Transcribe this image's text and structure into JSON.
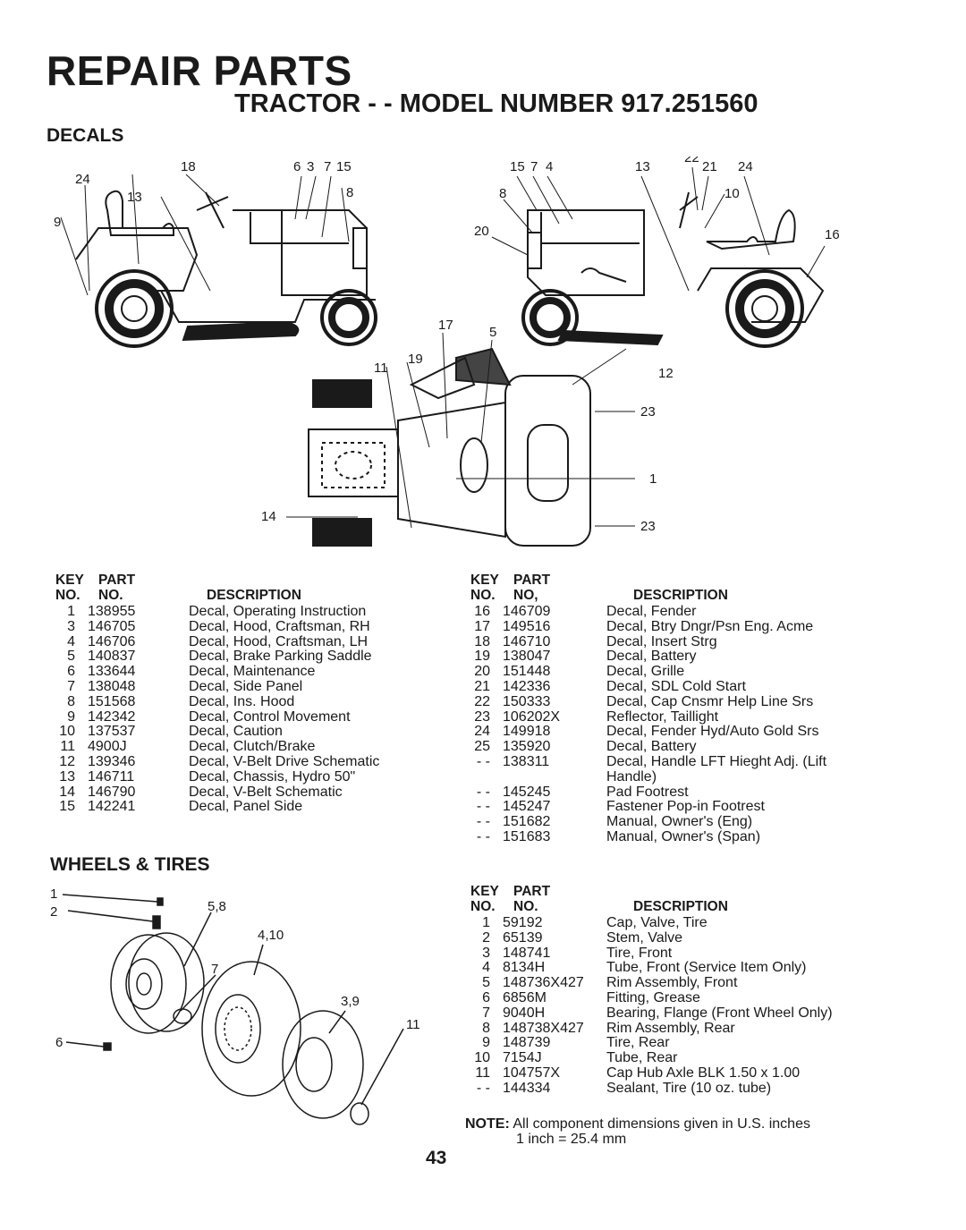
{
  "page": {
    "title": "REPAIR PARTS",
    "subtitle": "TRACTOR - - MODEL NUMBER 917.251560",
    "page_number": "43"
  },
  "decals": {
    "heading": "DECALS",
    "callouts_left": [
      "24",
      "18",
      "6",
      "3",
      "7",
      "15",
      "13",
      "9",
      "8"
    ],
    "callouts_right": [
      "15",
      "7",
      "4",
      "13",
      "22",
      "21",
      "24",
      "8",
      "10",
      "20",
      "16"
    ],
    "callouts_top": [
      "17",
      "5",
      "11",
      "19",
      "12",
      "23",
      "1",
      "23",
      "14"
    ],
    "header": {
      "key": "KEY",
      "part": "PART",
      "no": "NO.",
      "no2": "NO.",
      "no2_right": "NO,",
      "desc": "DESCRIPTION"
    },
    "left_rows": [
      {
        "key": "1",
        "part": "138955",
        "desc": "Decal, Operating Instruction"
      },
      {
        "key": "3",
        "part": "146705",
        "desc": "Decal, Hood, Craftsman, RH"
      },
      {
        "key": "4",
        "part": "146706",
        "desc": "Decal, Hood, Craftsman, LH"
      },
      {
        "key": "5",
        "part": "140837",
        "desc": "Decal, Brake Parking Saddle"
      },
      {
        "key": "6",
        "part": "133644",
        "desc": "Decal, Maintenance"
      },
      {
        "key": "7",
        "part": "138048",
        "desc": "Decal, Side Panel"
      },
      {
        "key": "8",
        "part": "151568",
        "desc": "Decal, Ins. Hood"
      },
      {
        "key": "9",
        "part": "142342",
        "desc": "Decal, Control Movement"
      },
      {
        "key": "10",
        "part": "137537",
        "desc": "Decal, Caution"
      },
      {
        "key": "11",
        "part": "4900J",
        "desc": "Decal, Clutch/Brake"
      },
      {
        "key": "12",
        "part": "139346",
        "desc": "Decal, V-Belt Drive Schematic"
      },
      {
        "key": "13",
        "part": "146711",
        "desc": "Decal, Chassis, Hydro 50\""
      },
      {
        "key": "14",
        "part": "146790",
        "desc": "Decal, V-Belt Schematic"
      },
      {
        "key": "15",
        "part": "142241",
        "desc": "Decal, Panel Side"
      }
    ],
    "right_rows": [
      {
        "key": "16",
        "part": "146709",
        "desc": "Decal, Fender"
      },
      {
        "key": "17",
        "part": "149516",
        "desc": "Decal, Btry Dngr/Psn Eng. Acme"
      },
      {
        "key": "18",
        "part": "146710",
        "desc": "Decal, Insert Strg"
      },
      {
        "key": "19",
        "part": "138047",
        "desc": "Decal, Battery"
      },
      {
        "key": "20",
        "part": "151448",
        "desc": "Decal, Grille"
      },
      {
        "key": "21",
        "part": "142336",
        "desc": "Decal, SDL Cold Start"
      },
      {
        "key": "22",
        "part": "150333",
        "desc": "Decal, Cap Cnsmr Help Line Srs"
      },
      {
        "key": "23",
        "part": "106202X",
        "desc": "Reflector, Taillight"
      },
      {
        "key": "24",
        "part": "149918",
        "desc": "Decal, Fender Hyd/Auto Gold Srs"
      },
      {
        "key": "25",
        "part": "135920",
        "desc": "Decal, Battery"
      },
      {
        "key": "- -",
        "part": "138311",
        "desc": "Decal, Handle LFT Hieght Adj. (Lift Handle)"
      },
      {
        "key": "- -",
        "part": "145245",
        "desc": "Pad Footrest"
      },
      {
        "key": "- -",
        "part": "145247",
        "desc": "Fastener Pop-in Footrest"
      },
      {
        "key": "- -",
        "part": "151682",
        "desc": "Manual, Owner's (Eng)"
      },
      {
        "key": "- -",
        "part": "151683",
        "desc": "Manual, Owner's (Span)"
      }
    ]
  },
  "wheels": {
    "heading": "WHEELS & TIRES",
    "callouts": [
      "1",
      "2",
      "5,8",
      "4,10",
      "7",
      "3,9",
      "6",
      "11"
    ],
    "header": {
      "key": "KEY",
      "part": "PART",
      "no": "NO.",
      "no2": "NO.",
      "desc": "DESCRIPTION"
    },
    "rows": [
      {
        "key": "1",
        "part": "59192",
        "desc": "Cap, Valve, Tire"
      },
      {
        "key": "2",
        "part": "65139",
        "desc": "Stem, Valve"
      },
      {
        "key": "3",
        "part": "148741",
        "desc": "Tire, Front"
      },
      {
        "key": "4",
        "part": "8134H",
        "desc": "Tube, Front (Service Item Only)"
      },
      {
        "key": "5",
        "part": "148736X427",
        "desc": "Rim Assembly, Front"
      },
      {
        "key": "6",
        "part": "6856M",
        "desc": "Fitting, Grease"
      },
      {
        "key": "7",
        "part": "9040H",
        "desc": "Bearing, Flange (Front Wheel Only)"
      },
      {
        "key": "8",
        "part": "148738X427",
        "desc": "Rim Assembly, Rear"
      },
      {
        "key": "9",
        "part": "148739",
        "desc": "Tire, Rear"
      },
      {
        "key": "10",
        "part": "7154J",
        "desc": "Tube, Rear"
      },
      {
        "key": "11",
        "part": "104757X",
        "desc": "Cap Hub Axle BLK 1.50 x 1.00"
      },
      {
        "key": "- -",
        "part": "144334",
        "desc": "Sealant, Tire (10 oz. tube)"
      }
    ],
    "note_label": "NOTE:",
    "note_text": "All component dimensions given in U.S. inches",
    "note_text2": "1 inch = 25.4 mm"
  }
}
